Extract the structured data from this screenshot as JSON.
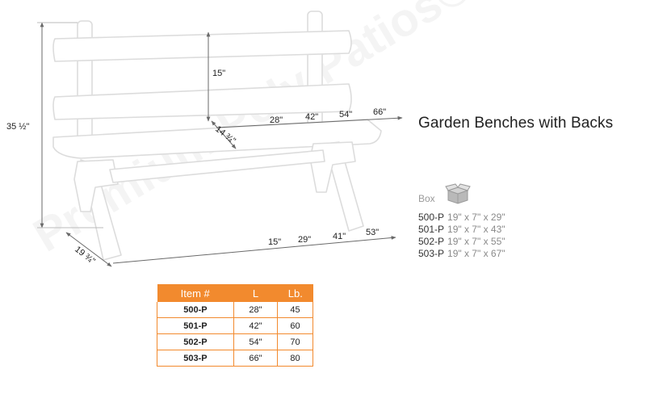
{
  "title": "Garden Benches with Backs",
  "watermark": "Premium Poly Patios©",
  "dimensions": {
    "height": "35 ½\"",
    "back_height": "15\"",
    "seat_depth": "14 ¾\"",
    "seat_lengths": [
      "28\"",
      "42\"",
      "54\"",
      "66\""
    ],
    "base_depth": "19 ¾\"",
    "base_lengths": [
      "15\"",
      "29\"",
      "41\"",
      "53\""
    ]
  },
  "box": {
    "label": "Box",
    "icon": "box-icon",
    "items": [
      {
        "item": "500-P",
        "size": "19\" x 7\" x 29\""
      },
      {
        "item": "501-P",
        "size": "19\" x 7\" x 43\""
      },
      {
        "item": "502-P",
        "size": "19\" x 7\" x 55\""
      },
      {
        "item": "503-P",
        "size": "19\" x 7\" x 67\""
      }
    ]
  },
  "table": {
    "headers": [
      "Item #",
      "L",
      "Lb."
    ],
    "rows": [
      [
        "500-P",
        "28\"",
        "45"
      ],
      [
        "501-P",
        "42\"",
        "60"
      ],
      [
        "502-P",
        "54\"",
        "70"
      ],
      [
        "503-P",
        "66\"",
        "80"
      ]
    ]
  },
  "colors": {
    "accent": "#f28a2e",
    "bench_outline": "#dcdcdc",
    "dimension_line": "#6a6a6a"
  }
}
